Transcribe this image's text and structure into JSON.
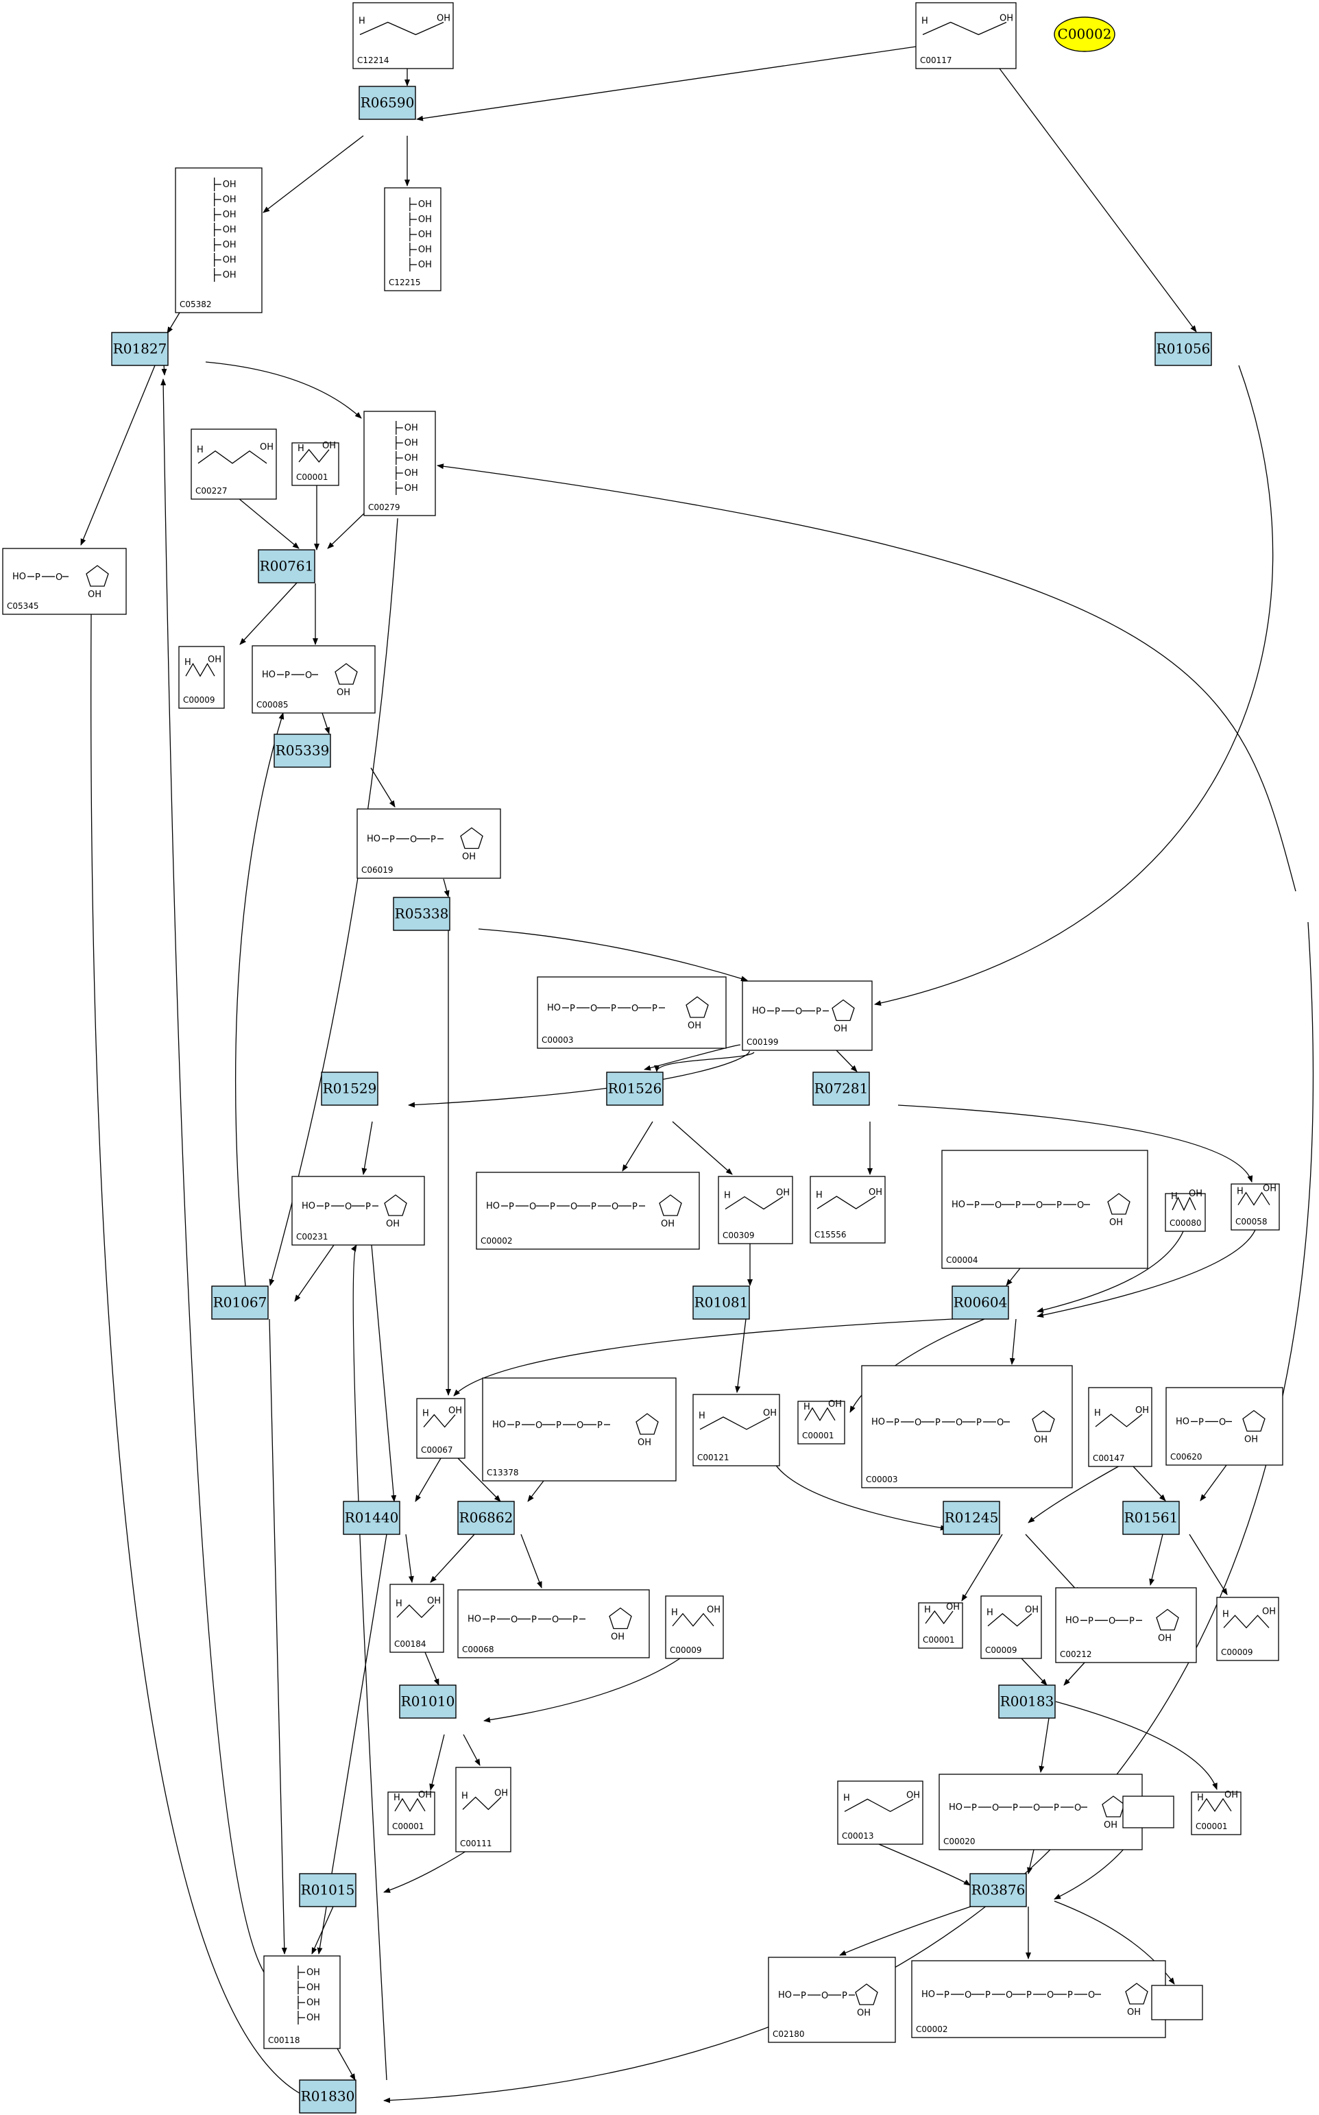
{
  "highlight": {
    "id": "C00002",
    "fill": "#ffff00"
  },
  "reaction_fill": "#add8e6",
  "reactions": [
    "R06590",
    "R01827",
    "R01056",
    "R00761",
    "R05339",
    "R05338",
    "R01529",
    "R01526",
    "R07281",
    "R01067",
    "R01081",
    "R00604",
    "R01440",
    "R06862",
    "R01245",
    "R01561",
    "R01010",
    "R00183",
    "R01015",
    "R03876",
    "R01830"
  ],
  "compounds": [
    "C12214",
    "C00117",
    "C05382",
    "C12215",
    "C00227",
    "C00001",
    "C00279",
    "C05345",
    "C00009",
    "C00085",
    "C06019",
    "C00003",
    "C00199",
    "C00231",
    "C00002",
    "C00309",
    "C15556",
    "C00004",
    "C00080",
    "C00058",
    "C00067",
    "C13378",
    "C00121",
    "C00001",
    "C00003",
    "C00147",
    "C00620",
    "C00184",
    "C00068",
    "C00009",
    "C00001",
    "C00009",
    "C00212",
    "C00009",
    "C00001",
    "C00111",
    "C00013",
    "C00020",
    "C00001",
    "C00118",
    "C02180",
    "C00002"
  ]
}
